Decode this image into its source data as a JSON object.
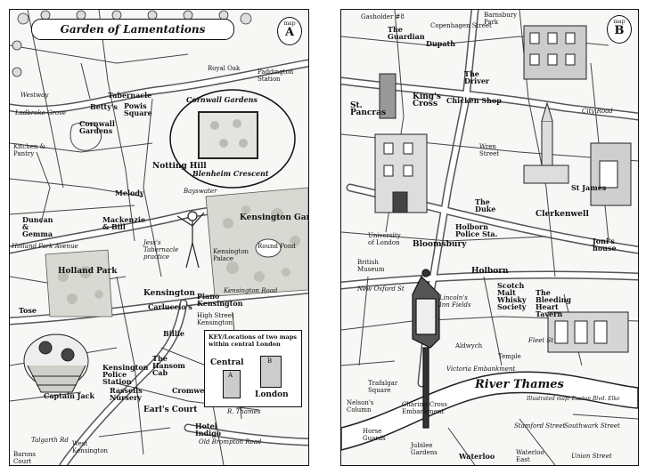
{
  "panelA": {
    "title": "Garden of Lamentations",
    "badge": {
      "prefix": "map",
      "letter": "A"
    },
    "inset": {
      "title": "Cornwall Gardens",
      "caption": "Blenheim Crescent"
    },
    "key": {
      "title": "KEY/Locations of two maps within central London",
      "central": "Central",
      "london": "London",
      "marker_a": "A",
      "marker_b": "B",
      "signature": "R. Thames"
    },
    "labels": {
      "kitchen": "Kitchen & Pantry",
      "betty": "Betty's",
      "tabernacle": "Tabernacle",
      "powis": "Powis Square",
      "cornwall": "Cornwall Gardens",
      "westway": "Westway",
      "ladbroke": "Ladbroke Grove",
      "notting": "Notting Hill",
      "melody": "Melody",
      "duncan": "Duncan & Gemma",
      "mackenzie": "Mackenzie & Bill",
      "holland_park_ave": "Holland Park Avenue",
      "holland_park": "Holland Park",
      "kensington_gardens": "Kensington Gardens",
      "round_pond": "Round Pond",
      "kensington_palace": "Kensington Palace",
      "kensington": "Kensington",
      "carluccio": "Carluccio's",
      "piano": "Piano Kensington",
      "high_st": "High Street Kensington",
      "billie": "Billie",
      "hansom": "The Hansom Cab",
      "police": "Kensington Police Station",
      "rassells": "Rassells Nursery",
      "cromwell": "Cromwell",
      "earls_court": "Earl's Court",
      "hotel_indigo": "Hotel Indigo",
      "old_brompton": "Old Brompton Road",
      "west_kensington": "West Kensington",
      "captain": "Captain Jack",
      "tose": "Tose",
      "barons": "Barons Court",
      "talgarth": "Talgarth Rd",
      "royal_oak": "Royal Oak",
      "paddington": "Paddington Station",
      "jess": "Jess's Tabernacle practice",
      "kensington_road": "Kensington Road",
      "bayswater": "Bayswater"
    }
  },
  "panelB": {
    "badge": {
      "prefix": "map",
      "letter": "B"
    },
    "river": "River Thames",
    "signature": "Illustrated map: Euston Blvd. Elke",
    "labels": {
      "gasholder": "Gasholder #8",
      "copenhagen": "Copenhagen Street",
      "barnsbury": "Barnsbury Park",
      "guardian": "The Guardian",
      "dupath": "Dupath",
      "driver": "The Driver",
      "kings_cross": "King's Cross",
      "chicken": "Chicken Shop",
      "st_pancras": "St. Pancras",
      "city_road": "City Road",
      "wren": "Wren Street",
      "duke": "The Duke",
      "st_james": "St James",
      "clerkenwell": "Clerkenwell",
      "holborn_police": "Holborn Police Sta.",
      "bloomsbury": "Bloomsbury",
      "university": "University of London",
      "holborn": "Holborn",
      "scotch": "Scotch Malt Whisky Society",
      "bleeding": "The Bleeding Heart Tavern",
      "jonis": "Joni's house",
      "trafalgar": "Trafalgar Square",
      "nelsons": "Nelson's Column",
      "horse_guards": "Horse Guards",
      "charing": "Charing Cross Embankment",
      "victoria": "Victoria Embankment",
      "jubilee": "Jubilee Gardens",
      "waterloo": "Waterloo",
      "waterloo_east": "Waterloo East",
      "stamford": "Stamford Street",
      "southwark": "Southwark Street",
      "union": "Union Street",
      "temple": "Temple",
      "aldwych": "Aldwych",
      "fleet": "Fleet St",
      "new_oxford": "New Oxford St",
      "lincolns": "Lincoln's Inn Fields",
      "british_museum": "British Museum"
    }
  }
}
